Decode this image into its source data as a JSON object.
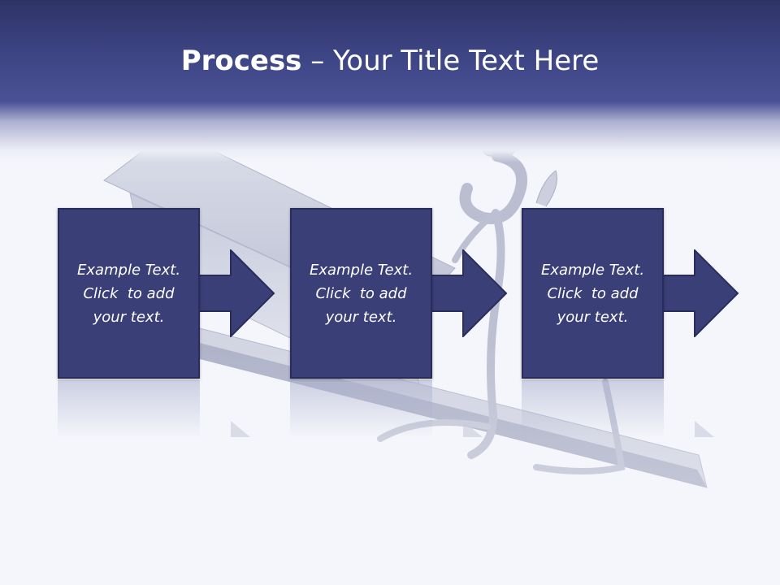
{
  "slide": {
    "title_bold": "Process",
    "title_rest": " – Your Title Text Here",
    "colors": {
      "header": "#3e4585",
      "box": "#3b3f78",
      "text": "#ffffff",
      "background": "#f5f6fb"
    }
  },
  "steps": [
    {
      "line1": "Example Text.",
      "line2": "Click  to add",
      "line3": "your text."
    },
    {
      "line1": "Example Text.",
      "line2": "Click  to add",
      "line3": "your text."
    },
    {
      "line1": "Example Text.",
      "line2": "Click  to add",
      "line3": "your text."
    }
  ],
  "icons": [
    "arrow-right-icon",
    "arrow-right-icon",
    "arrow-right-icon"
  ]
}
